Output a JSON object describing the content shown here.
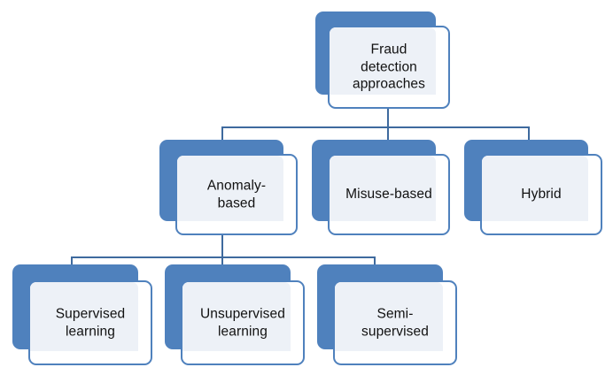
{
  "diagram": {
    "title": "Fraud detection approaches",
    "type": "hierarchy-tree",
    "colors": {
      "plate_blue": "#4F81BD",
      "card_border": "#4F81BD",
      "card_fill": "#FFFFFF",
      "inner_fill": "#EDF1F7",
      "connector": "#3E6A9E",
      "text": "#111111",
      "background": "#FFFFFF"
    },
    "levels": [
      {
        "level": 1,
        "nodes": [
          {
            "id": "root",
            "label": "Fraud\ndetection\napproaches"
          }
        ]
      },
      {
        "level": 2,
        "nodes": [
          {
            "id": "anomaly",
            "label": "Anomaly-\nbased"
          },
          {
            "id": "misuse",
            "label": "Misuse-based"
          },
          {
            "id": "hybrid",
            "label": "Hybrid"
          }
        ]
      },
      {
        "level": 3,
        "nodes": [
          {
            "id": "supervised",
            "label": "Supervised\nlearning"
          },
          {
            "id": "unsupervised",
            "label": "Unsupervised\nlearning"
          },
          {
            "id": "semi",
            "label": "Semi-\nsupervised"
          }
        ]
      }
    ],
    "edges": [
      {
        "from": "root",
        "to": "anomaly"
      },
      {
        "from": "root",
        "to": "misuse"
      },
      {
        "from": "root",
        "to": "hybrid"
      },
      {
        "from": "anomaly",
        "to": "supervised"
      },
      {
        "from": "anomaly",
        "to": "unsupervised"
      },
      {
        "from": "anomaly",
        "to": "semi"
      }
    ]
  }
}
